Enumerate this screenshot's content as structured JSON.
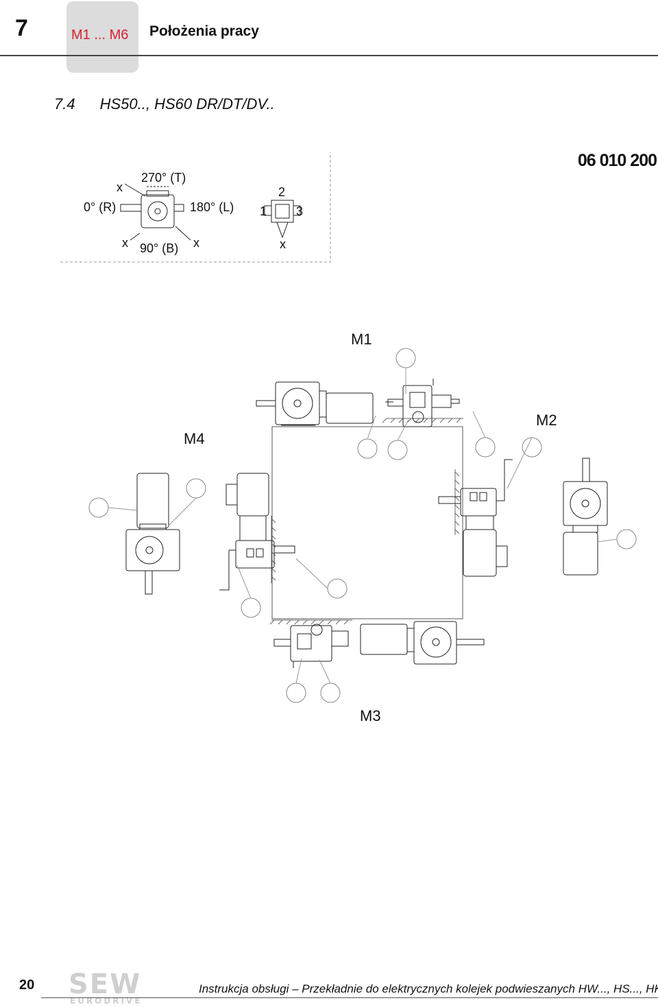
{
  "header": {
    "chapter_number": "7",
    "tab_label": "M1 ... M6",
    "title": "Położenia pracy"
  },
  "section": {
    "number": "7.4",
    "title": "HS50.., HS60 DR/DT/DV.."
  },
  "doc_code": "06 010 200",
  "legend": {
    "angle_0": "0° (R)",
    "angle_270": "270° (T)",
    "angle_180": "180° (L)",
    "angle_90": "90° (B)",
    "x_mark": "x",
    "pos_1": "1",
    "pos_2": "2",
    "pos_3": "3"
  },
  "positions": {
    "m1": "M1",
    "m2": "M2",
    "m3": "M3",
    "m4": "M4"
  },
  "footer": {
    "page_number": "20",
    "text": "Instrukcja obsługi – Przekładnie do elektrycznych kolejek podwieszanych HW..., HS..., HK...",
    "logo_main": "SEW",
    "logo_sub": "EURODRIVE"
  }
}
